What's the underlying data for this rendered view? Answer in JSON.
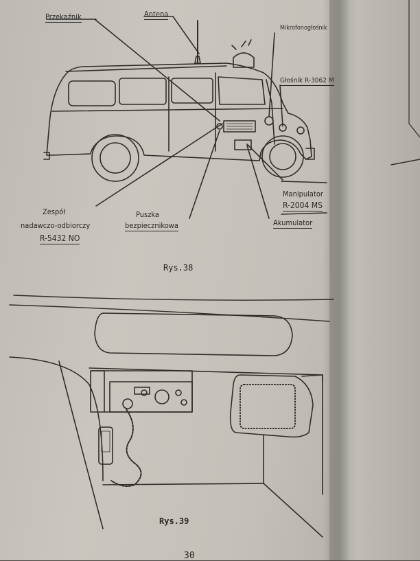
{
  "figure1": {
    "labels": {
      "przekaznik": "Przekaźnik",
      "antena": "Antena",
      "mikrofon": "Mikrofonogłośnik",
      "glosnik": "Głośnik R-3062 M",
      "zespol_line1": "Zespół",
      "zespol_line2": "nadawczo-odbiorczy",
      "zespol_line3": "R-5432 NO",
      "puszka_line1": "Puszka",
      "puszka_line2": "bezpiecznikowa",
      "manipulator_line1": "Manipulator",
      "manipulator_line2": "R-2004 MS",
      "akumulator": "Akumulator"
    },
    "caption": "Rys.38"
  },
  "figure2": {
    "caption": "Rys.39"
  },
  "page_number": "30"
}
